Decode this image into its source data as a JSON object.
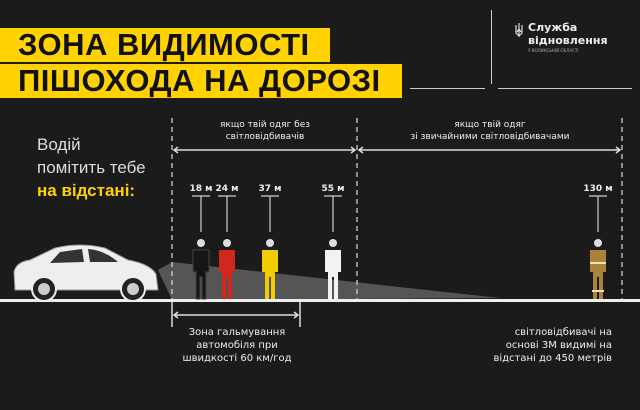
{
  "title": {
    "line1": "ЗОНА ВИДИМОСТІ",
    "line2": "ПІШОХОДА НА ДОРОЗІ"
  },
  "logo": {
    "line1": "Служба",
    "line2": "відновлення",
    "line3": "У ВОЛИНСЬКІЙ ОБЛАСТІ",
    "icon": "trident-icon"
  },
  "lead": {
    "line1": "Водій",
    "line2": "помітить тебе",
    "line3": "на відстані:"
  },
  "zones": [
    {
      "label_line1": "якщо твій одяг без",
      "label_line2": "світловідбивачів"
    },
    {
      "label_line1": "якщо твій одяг",
      "label_line2": "зі звичайними світловідбивачами"
    }
  ],
  "pedestrians": [
    {
      "distance": "18 м",
      "color": "#151515"
    },
    {
      "distance": "24 м",
      "color": "#d0281e"
    },
    {
      "distance": "37 м",
      "color": "#f2cc00"
    },
    {
      "distance": "55 м",
      "color": "#f2f2f2"
    },
    {
      "distance": "130 м",
      "color": "#a8843a"
    }
  ],
  "braking": {
    "line1": "Зона гальмування",
    "line2": "автомобіля при",
    "line3": "швидкості 60 км/год"
  },
  "note": {
    "line1": "світловідбивачі на",
    "line2": "основі 3М видимі на",
    "line3": "відстані до 450 метрів"
  },
  "colors": {
    "accent": "#ffd200",
    "background": "#1b1b1b"
  }
}
